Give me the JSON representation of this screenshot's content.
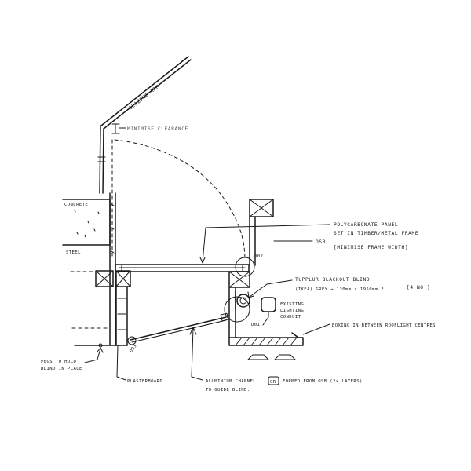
{
  "labels": {
    "glazing_arm": "GLAZING ARM",
    "minimise_clearance": "MINIMISE CLEARANCE",
    "concrete": "CONCRETE",
    "steel": "STEEL",
    "poly_line1": "POLYCARBONATE PANEL",
    "poly_line2": "SET IN TIMBER/METAL FRAME",
    "poly_line3": "[MINIMISE FRAME WIDTH]",
    "osb": "OSB",
    "d02": "D02",
    "blind_line1": "TUPPLUR BLACKOUT BLIND",
    "blind_line2": "(IKEA) GREY → 120mm × 1950mm ?",
    "blind_qty": "[4 NO.]",
    "conduit_line1": "EXISTING",
    "conduit_line2": "LIGHTING",
    "conduit_line3": "CONDUIT",
    "d01": "D01",
    "boxing": "BOXING IN-BETWEEN ROOFLIGHT CENTRES",
    "pegs_line1": "PEGS TO HOLD",
    "pegs_line2": "BLIND IN PLACE",
    "d03": "D03",
    "plasterboard": "PLASTERBOARD",
    "channel_line1_a": "ALUMINIUM CHANNEL",
    "channel_or": "OR",
    "channel_line1_b": "FORMED FROM OSB (2× LAYERS)",
    "channel_line2": "TO GUIDE BLIND."
  }
}
